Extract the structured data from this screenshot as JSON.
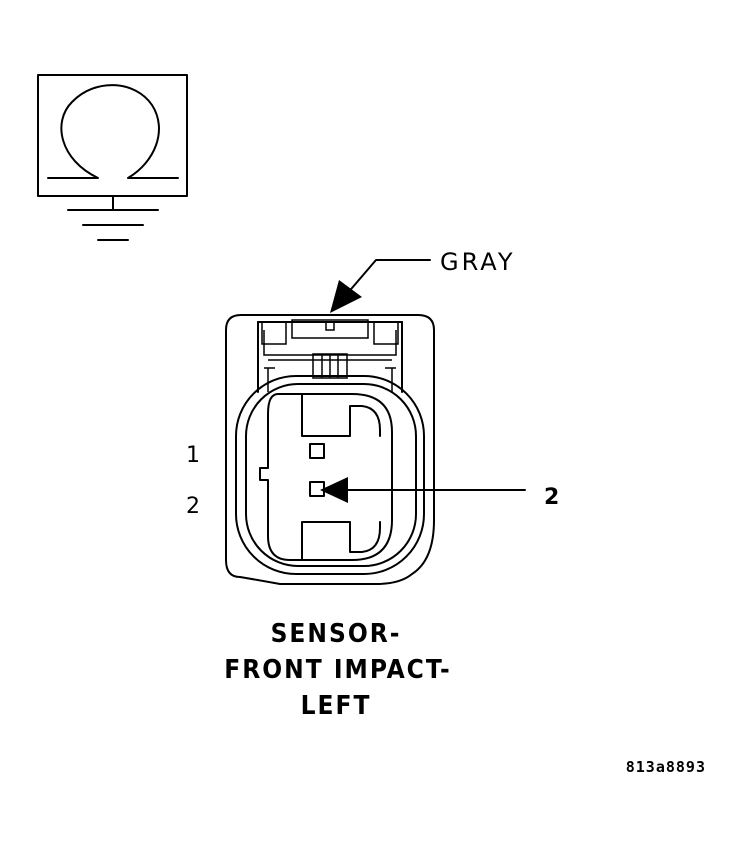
{
  "connector": {
    "color_label": "GRAY",
    "pins": [
      {
        "label": "1"
      },
      {
        "label": "2"
      }
    ],
    "callout_label": "2"
  },
  "title": {
    "line1": "SENSOR-",
    "line2": "FRONT IMPACT-",
    "line3": "LEFT"
  },
  "figure_id": "813a8893",
  "icons": {
    "symbol": "resistance-ohm-to-ground-icon"
  }
}
